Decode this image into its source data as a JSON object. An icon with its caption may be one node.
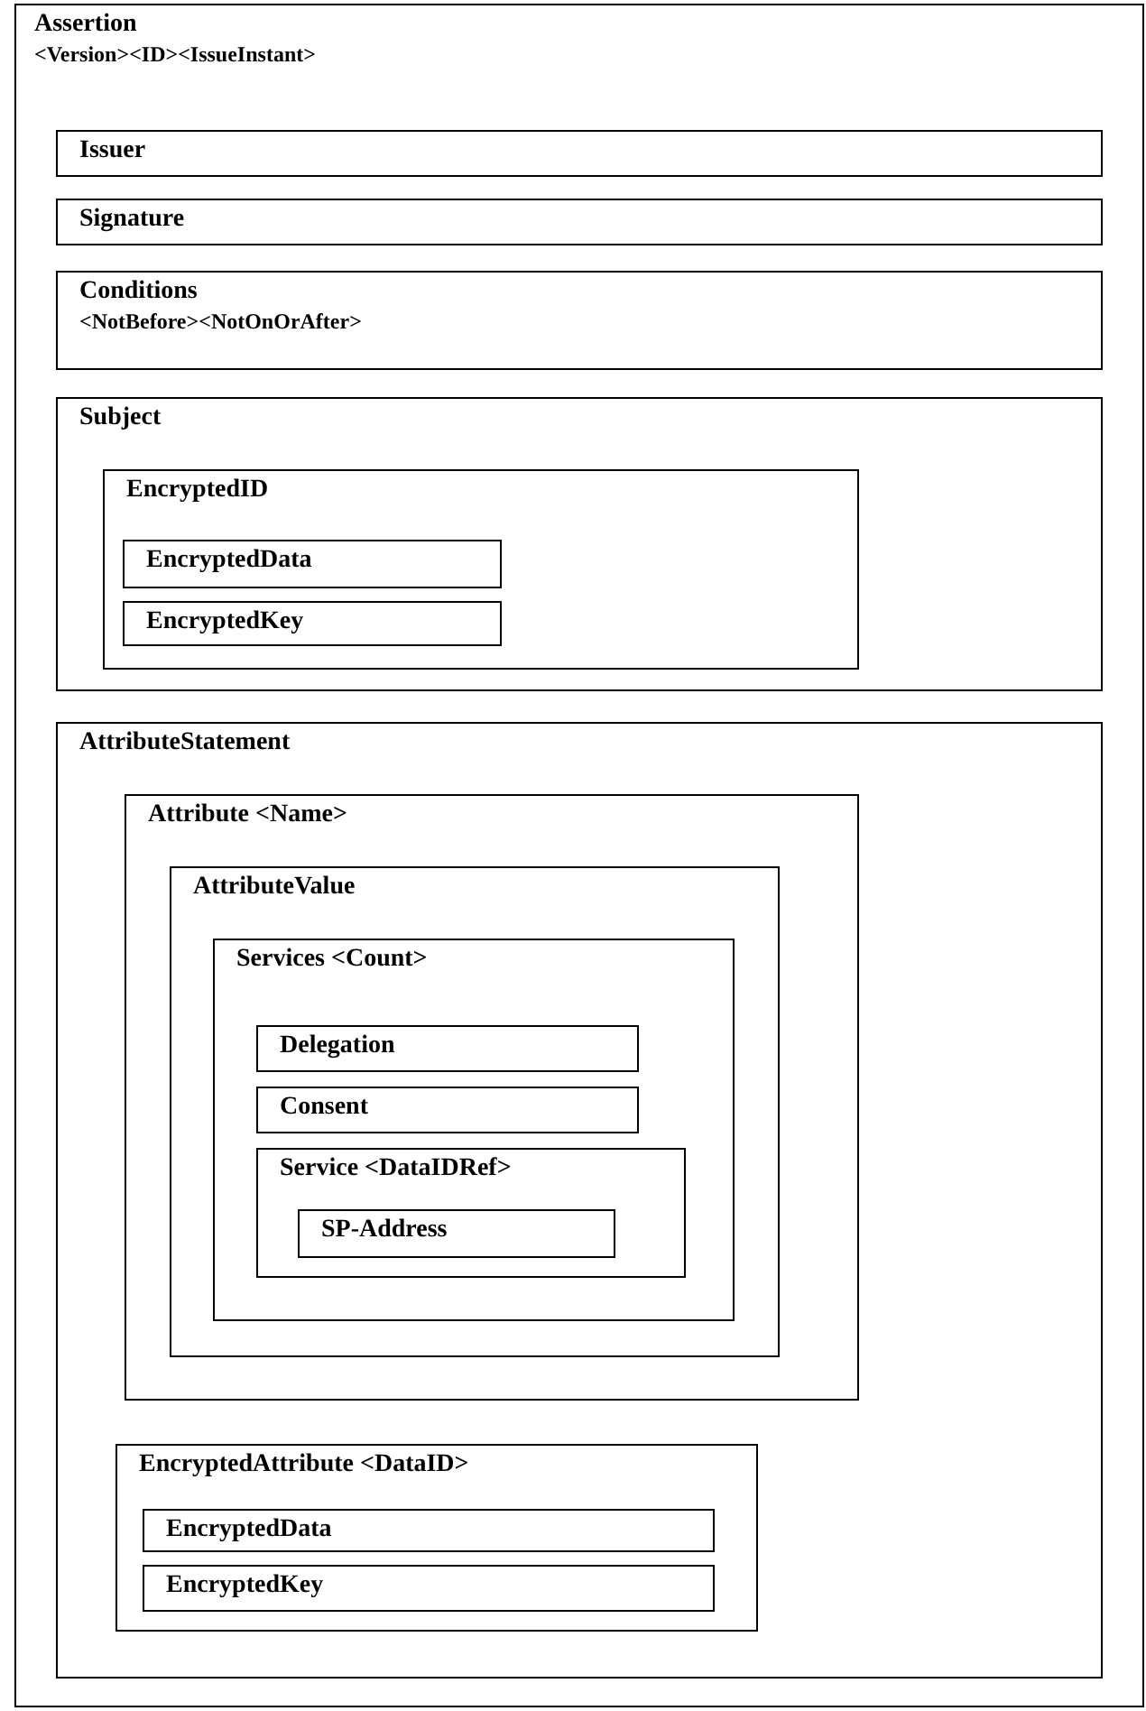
{
  "diagram": {
    "nodes": [
      {
        "text": [
          "Assertion",
          "<Version><ID><IssueInstant>"
        ]
      },
      {
        "text": [
          "Issuer"
        ],
        "in": 0
      },
      {
        "text": [
          "Signature"
        ],
        "in": 0
      },
      {
        "text": [
          "Conditions",
          "<NotBefore><NotOnOrAfter>"
        ],
        "in": 0
      },
      {
        "text": [
          "Subject"
        ],
        "in": 0
      },
      {
        "text": [
          "EncryptedID"
        ],
        "in": 4
      },
      {
        "text": [
          "EncryptedData"
        ],
        "in": 5
      },
      {
        "text": [
          "EncryptedKey"
        ],
        "in": 5
      },
      {
        "text": [
          "AttributeStatement"
        ],
        "in": 0
      },
      {
        "text": [
          "Attribute <Name>"
        ],
        "in": 8
      },
      {
        "text": [
          "AttributeValue"
        ],
        "in": 9
      },
      {
        "text": [
          "Services <Count>"
        ],
        "in": 10
      },
      {
        "text": [
          "Delegation"
        ],
        "in": 11
      },
      {
        "text": [
          "Consent"
        ],
        "in": 11
      },
      {
        "text": [
          "Service <DataIDRef>"
        ],
        "in": 11
      },
      {
        "text": [
          "SP-Address"
        ],
        "in": 14
      },
      {
        "text": [
          "EncryptedAttribute <DataID>"
        ],
        "in": 8
      },
      {
        "text": [
          "EncryptedData"
        ],
        "in": 16
      },
      {
        "text": [
          "EncryptedKey"
        ],
        "in": 16
      }
    ]
  }
}
